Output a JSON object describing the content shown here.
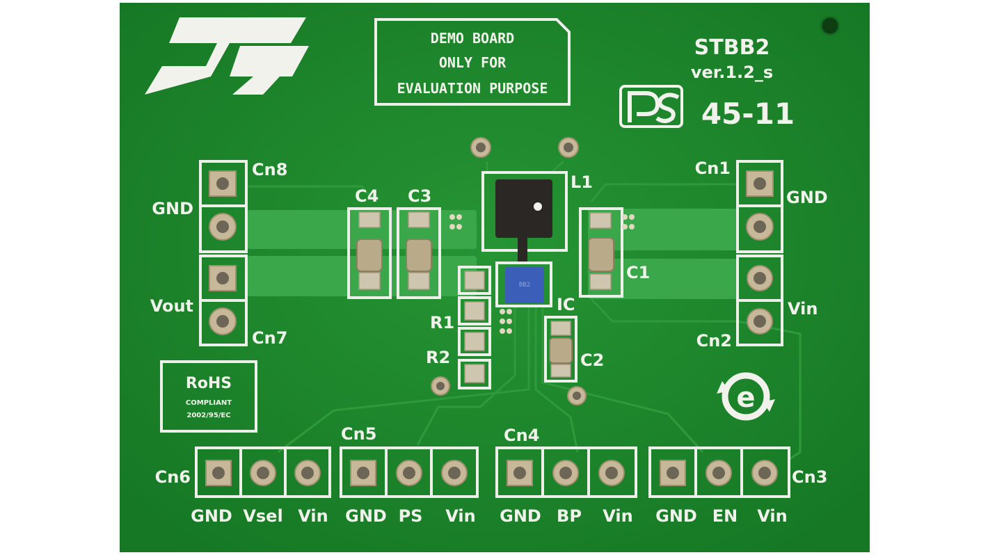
{
  "board": {
    "notice_line1": "DEMO BOARD",
    "notice_line2": "ONLY FOR",
    "notice_line3": "EVALUATION PURPOSE",
    "part_name": "STBB2",
    "version": "ver.1.2_s",
    "code": "45-11",
    "rohs_title": "RoHS",
    "rohs_line1": "COMPLIANT",
    "rohs_line2": "2002/95/EC",
    "colors": {
      "pcb": "#1f8a2d",
      "silkscreen": "#f2f2ec",
      "pad": "#c7b89a",
      "chip": "#3b5fb8"
    }
  },
  "labels": {
    "cn8": "Cn8",
    "cn7": "Cn7",
    "cn1": "Cn1",
    "cn2": "Cn2",
    "cn3": "Cn3",
    "cn4": "Cn4",
    "cn5": "Cn5",
    "cn6": "Cn6",
    "gnd_left": "GND",
    "vout": "Vout",
    "gnd_right": "GND",
    "vin_right": "Vin",
    "c1": "C1",
    "c2": "C2",
    "c3": "C3",
    "c4": "C4",
    "r1": "R1",
    "r2": "R2",
    "l1": "L1",
    "ic": "IC"
  },
  "bottom_labels": [
    "GND",
    "Vsel",
    "Vin",
    "GND",
    "PS",
    "Vin",
    "GND",
    "BP",
    "Vin",
    "GND",
    "EN",
    "Vin"
  ],
  "icons": [
    "st-logo-icon",
    "ps-logo-icon",
    "recycle-e-icon"
  ]
}
